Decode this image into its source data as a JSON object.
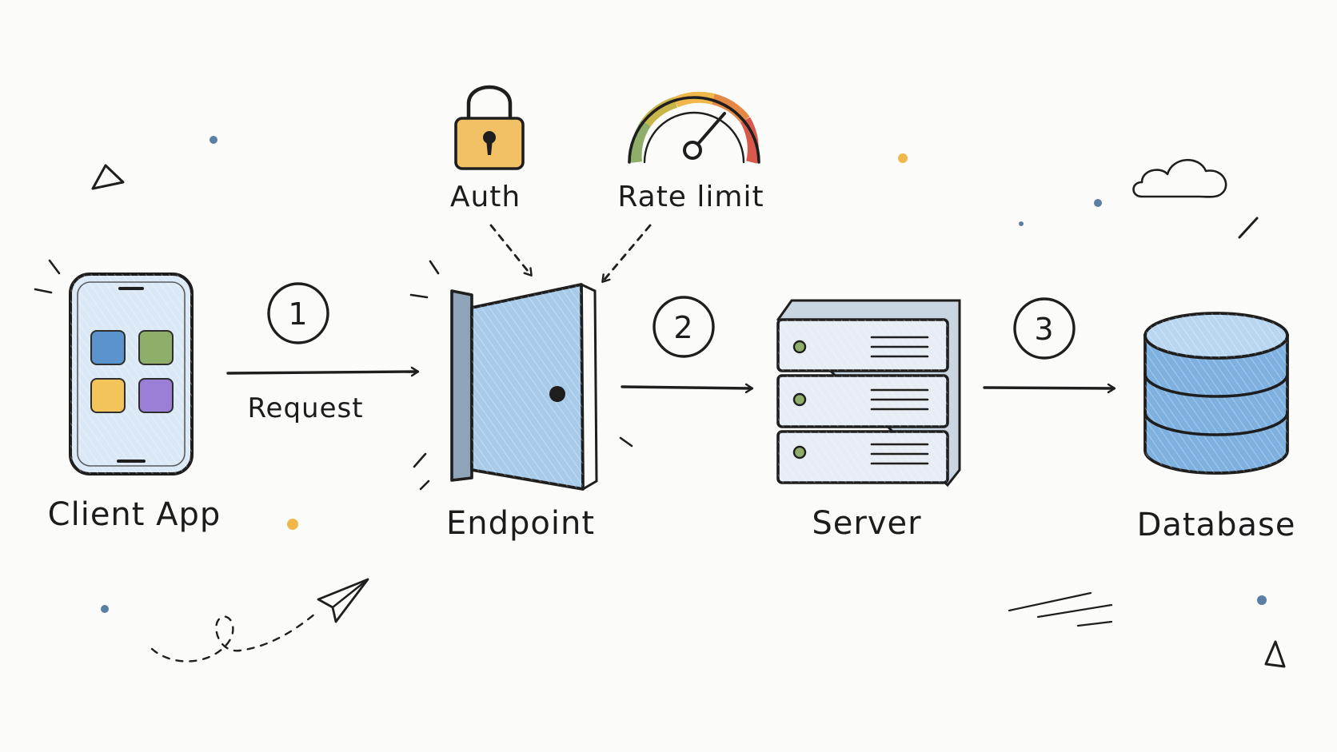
{
  "nodes": {
    "client": {
      "label": "Client App"
    },
    "endpoint": {
      "label": "Endpoint"
    },
    "server": {
      "label": "Server"
    },
    "database": {
      "label": "Database"
    }
  },
  "edges": {
    "request": {
      "step": "1",
      "label": "Request"
    },
    "to_server": {
      "step": "2"
    },
    "to_database": {
      "step": "3"
    }
  },
  "policies": {
    "auth": {
      "label": "Auth",
      "icon": "padlock-icon"
    },
    "rate_limit": {
      "label": "Rate limit",
      "icon": "speedometer-icon"
    }
  },
  "colors": {
    "ink": "#1e1e1e",
    "blue": "#9cc4e8",
    "green": "#8fae6a",
    "yellow": "#f2c45a",
    "purple": "#9b7fd6",
    "lock": "#f3c165",
    "gauge_red": "#d9584c"
  }
}
